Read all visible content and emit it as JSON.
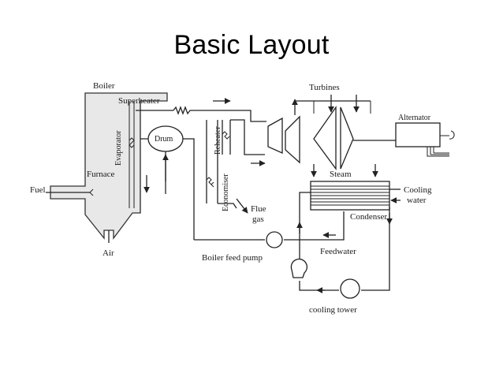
{
  "slide": {
    "title": "Basic Layout"
  },
  "diagram": {
    "labels": {
      "boiler": "Boiler",
      "superheater": "Superheater",
      "evaporator": "Evaporator",
      "drum": "Drum",
      "reheater": "Reheater",
      "furnace": "Furnace",
      "fuel": "Fuel",
      "economiser": "Economiser",
      "flue_gas_line1": "Flue",
      "flue_gas_line2": "gas",
      "air": "Air",
      "turbines": "Turbines",
      "alternator": "Alternator",
      "steam": "Steam",
      "cooling_water_line1": "Cooling",
      "cooling_water_line2": "water",
      "condenser": "Condenser",
      "feedwater": "Feedwater",
      "boiler_feed_pump": "Boiler feed pump",
      "cooling_tower": "cooling tower"
    }
  }
}
